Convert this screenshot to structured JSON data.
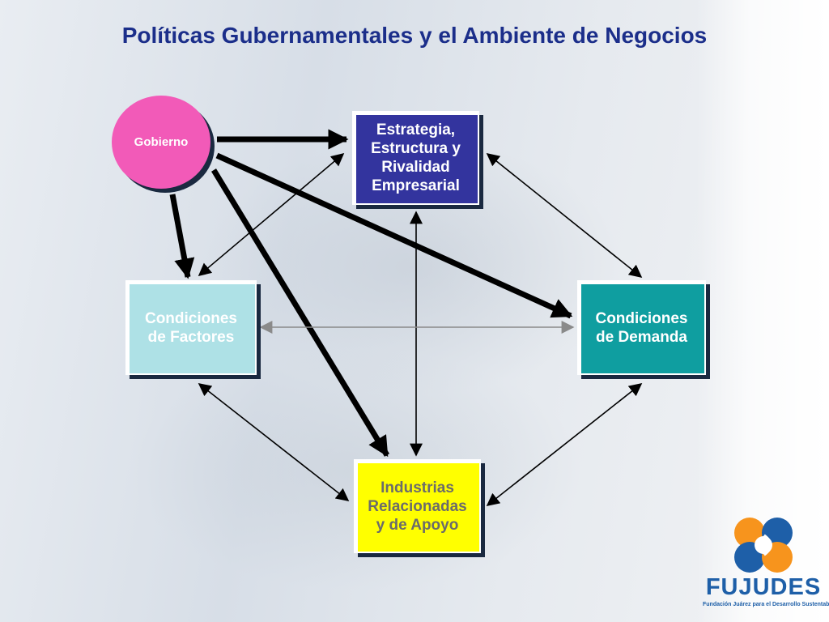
{
  "title": "Políticas Gubernamentales y el Ambiente de Negocios",
  "nodes": {
    "gobierno": "Gobierno",
    "estrategia": "Estrategia,\nEstructura y\nRivalidad\nEmpresarial",
    "factores": "Condiciones\nde Factores",
    "demanda": "Condiciones\nde Demanda",
    "apoyo": "Industrias\nRelacionadas\ny de Apoyo"
  },
  "logo": {
    "name": "FUJUDES",
    "subtitle": "Fundación Juárez para el Desarrollo Sustentable",
    "colors": {
      "orange": "#f7941d",
      "blue": "#1e5fa8"
    }
  },
  "colors": {
    "title": "#1b2e8a",
    "gobierno": "#f25ab8",
    "estrategia": "#33349e",
    "factores": "#aee1e6",
    "demanda": "#0f9ea0",
    "apoyo": "#ffff00"
  }
}
